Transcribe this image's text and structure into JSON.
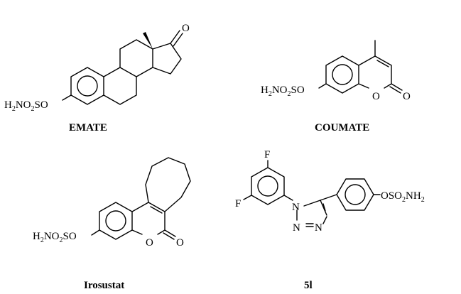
{
  "molecules": {
    "emate": {
      "name": "EMATE",
      "group": {
        "a": "H",
        "b": "2",
        "c": "NO",
        "d": "2",
        "e": "SO"
      },
      "o_ketone": "O"
    },
    "coumate": {
      "name": "COUMATE",
      "group": {
        "a": "H",
        "b": "2",
        "c": "NO",
        "d": "2",
        "e": "SO"
      },
      "o_ring": "O",
      "o_carbonyl": "O"
    },
    "irosustat": {
      "name": "Irosustat",
      "group": {
        "a": "H",
        "b": "2",
        "c": "NO",
        "d": "2",
        "e": "SO"
      },
      "o_ring": "O",
      "o_carbonyl": "O"
    },
    "compound_5l": {
      "name": "5l",
      "f_top": "F",
      "f_left": "F",
      "n1": "N",
      "n2": "N",
      "n3": "N",
      "group": {
        "a": "OSO",
        "b": "2",
        "c": "NH",
        "d": "2"
      }
    }
  }
}
